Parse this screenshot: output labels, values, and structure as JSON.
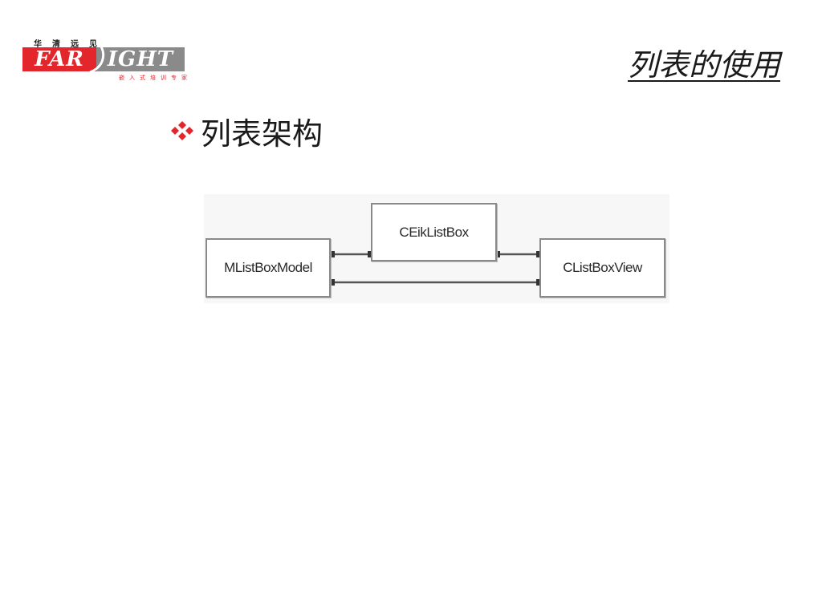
{
  "logo": {
    "top_text": "华清远见",
    "brand_left": "FAR",
    "brand_right": "IGHT",
    "tagline": "嵌入式培训专家",
    "colors": {
      "red": "#e3262c",
      "gray": "#8a8a8a"
    }
  },
  "slide": {
    "title": "列表的使用",
    "bullet_icon": "diamond-bullet-icon",
    "bullet_text": "列表架构"
  },
  "diagram": {
    "nodes": [
      {
        "id": "model",
        "label": "MListBoxModel"
      },
      {
        "id": "box",
        "label": "CEikListBox"
      },
      {
        "id": "view",
        "label": "CListBoxView"
      }
    ],
    "edges": [
      {
        "from": "box",
        "to": "model",
        "arrow": "to"
      },
      {
        "from": "box",
        "to": "view",
        "arrow": "to"
      },
      {
        "from": "view",
        "to": "model",
        "arrow": "to"
      }
    ],
    "colors": {
      "line": "#555555",
      "node_border": "#8a8a8a"
    }
  }
}
